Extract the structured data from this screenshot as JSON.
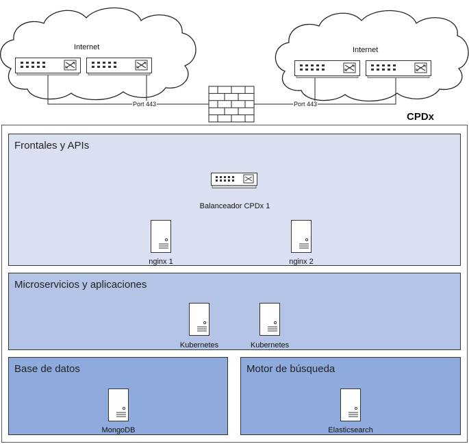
{
  "internet": {
    "left_label": "Internet",
    "right_label": "Internet"
  },
  "ports": {
    "left": "Port 443",
    "right": "Port 443"
  },
  "container": {
    "title": "CPDx"
  },
  "zones": {
    "frontales": {
      "title": "Frontales y APIs",
      "balancer": "Balanceador CPDx 1",
      "server1": "nginx 1",
      "server2": "nginx 2",
      "color": "#dae0f2"
    },
    "microservicios": {
      "title": "Microservicios y aplicaciones",
      "server1": "Kubernetes",
      "server2": "Kubernetes",
      "color": "#b4c4e6"
    },
    "base_datos": {
      "title": "Base de datos",
      "server": "MongoDB",
      "color": "#8faadc"
    },
    "motor": {
      "title": "Motor de búsqueda",
      "server": "Elasticsearch",
      "color": "#8faadc"
    }
  },
  "icons": [
    "cloud-icon",
    "network-switch-icon",
    "firewall-icon",
    "server-icon",
    "load-balancer-icon"
  ]
}
